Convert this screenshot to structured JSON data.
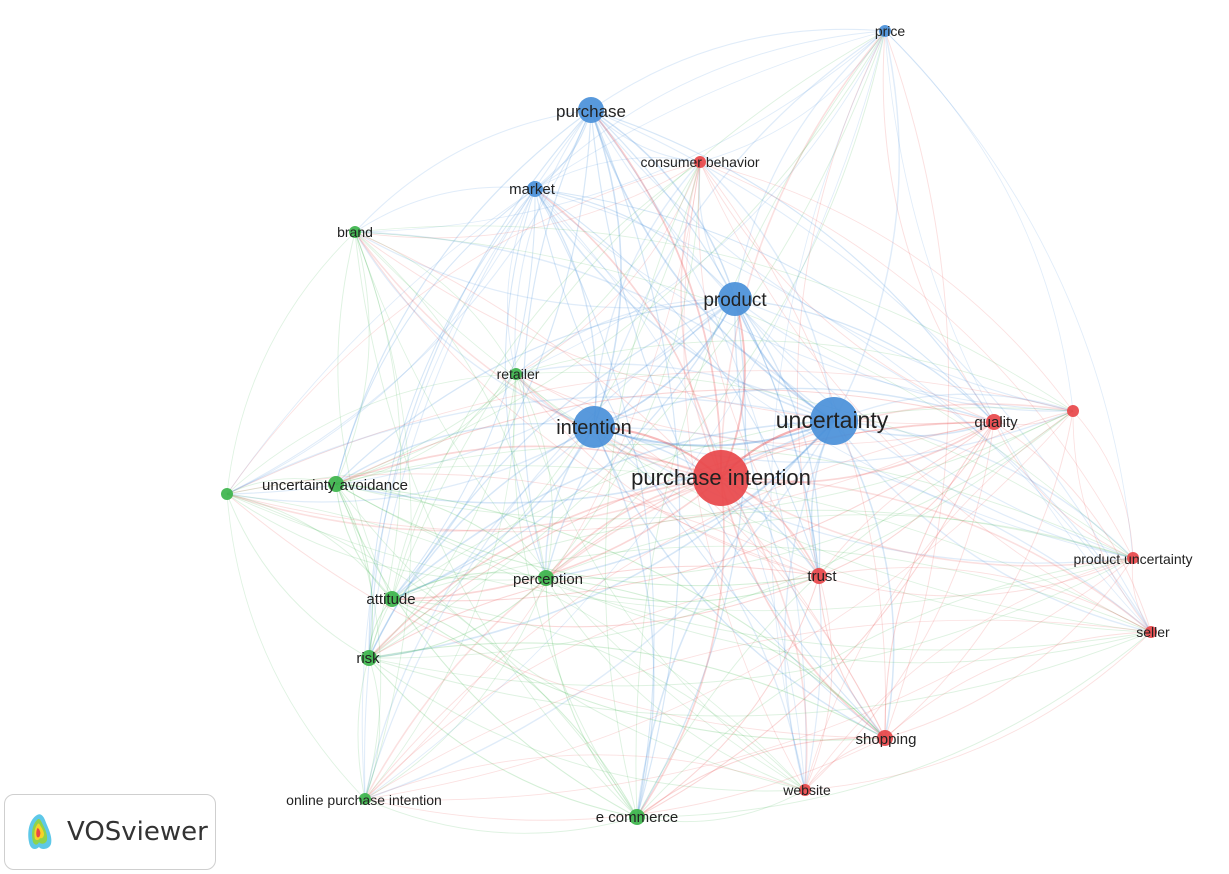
{
  "app": {
    "logo_text": "VOSviewer"
  },
  "clusters": {
    "red": {
      "color": "#e8474a"
    },
    "green": {
      "color": "#3cb44b"
    },
    "blue": {
      "color": "#4a90d9"
    }
  },
  "nodes": [
    {
      "id": "price",
      "label": "price",
      "cluster": "blue",
      "weight": 1
    },
    {
      "id": "purchase",
      "label": "purchase",
      "cluster": "blue",
      "weight": 3
    },
    {
      "id": "consumer-behavior",
      "label": "consumer behavior",
      "cluster": "red",
      "weight": 1
    },
    {
      "id": "market",
      "label": "market",
      "cluster": "blue",
      "weight": 2
    },
    {
      "id": "brand",
      "label": "brand",
      "cluster": "green",
      "weight": 1
    },
    {
      "id": "product",
      "label": "product",
      "cluster": "blue",
      "weight": 4
    },
    {
      "id": "retailer",
      "label": "retailer",
      "cluster": "green",
      "weight": 1
    },
    {
      "id": "intention",
      "label": "intention",
      "cluster": "blue",
      "weight": 5
    },
    {
      "id": "uncertainty",
      "label": "uncertainty",
      "cluster": "blue",
      "weight": 6
    },
    {
      "id": "quality",
      "label": "quality",
      "cluster": "red",
      "weight": 2
    },
    {
      "id": "unlabeled-red",
      "label": "",
      "cluster": "red",
      "weight": 1
    },
    {
      "id": "purchase-intention",
      "label": "purchase intention",
      "cluster": "red",
      "weight": 7
    },
    {
      "id": "uncertainty-avoidance",
      "label": "uncertainty avoidance",
      "cluster": "green",
      "weight": 2
    },
    {
      "id": "unlabeled-green",
      "label": "",
      "cluster": "green",
      "weight": 1
    },
    {
      "id": "perception",
      "label": "perception",
      "cluster": "green",
      "weight": 2
    },
    {
      "id": "trust",
      "label": "trust",
      "cluster": "red",
      "weight": 2
    },
    {
      "id": "product-uncertainty",
      "label": "product uncertainty",
      "cluster": "red",
      "weight": 1
    },
    {
      "id": "attitude",
      "label": "attitude",
      "cluster": "green",
      "weight": 2
    },
    {
      "id": "risk",
      "label": "risk",
      "cluster": "green",
      "weight": 2
    },
    {
      "id": "seller",
      "label": "seller",
      "cluster": "red",
      "weight": 1
    },
    {
      "id": "shopping",
      "label": "shopping",
      "cluster": "red",
      "weight": 2
    },
    {
      "id": "website",
      "label": "website",
      "cluster": "red",
      "weight": 1
    },
    {
      "id": "online-purchase-intention",
      "label": "online purchase intention",
      "cluster": "green",
      "weight": 1
    },
    {
      "id": "e-commerce",
      "label": "e commerce",
      "cluster": "green",
      "weight": 2
    }
  ]
}
